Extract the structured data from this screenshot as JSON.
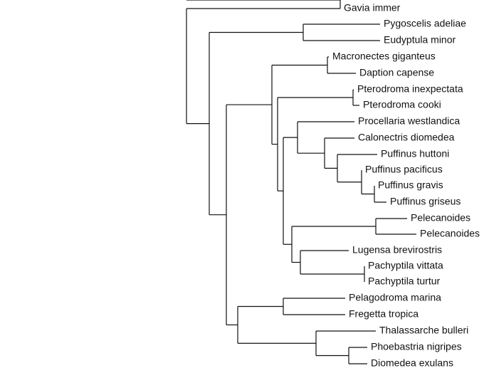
{
  "taxa": [
    "Gavia immer",
    "Pygoscelis adeliae",
    "Eudyptula minor",
    "Macronectes giganteus",
    "Daption capense",
    "Pterodroma inexpectata",
    "Pterodroma cooki",
    "Procellaria westlandica",
    "Calonectris diomedea",
    "Puffinus huttoni",
    "Puffinus pacificus",
    "Puffinus gravis",
    "Puffinus griseus",
    "Pelecanoides",
    "Pelecanoides",
    "Lugensa brevirostris",
    "Pachyptila vittata",
    "Pachyptila turtur",
    "Pelagodroma marina",
    "Fregetta tropica",
    "Thalassarche bulleri",
    "Phoebastria nigripes",
    "Diomedea exulans"
  ]
}
